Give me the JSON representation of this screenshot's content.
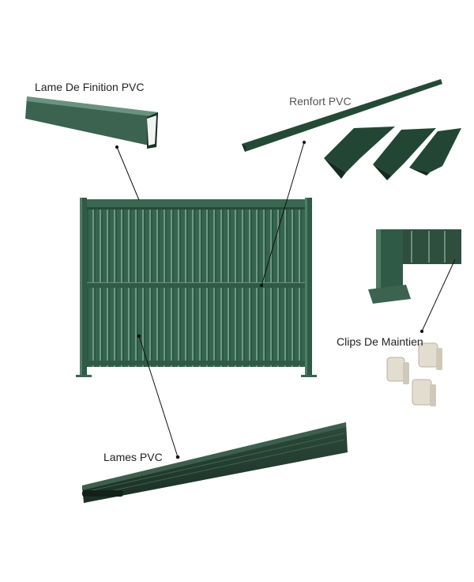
{
  "diagram": {
    "subject": "PVC fence kit components",
    "labels": {
      "finishing_slat": "Lame De Finition PVC",
      "reinforcement": "Renfort PVC",
      "clips": "Clips De Maintien",
      "slats": "Lames PVC"
    },
    "colors": {
      "fence_green": "#2f5a45",
      "dark_green": "#1f3f30",
      "clip_beige": "#e4dfd2",
      "leader_line": "#111111"
    }
  }
}
